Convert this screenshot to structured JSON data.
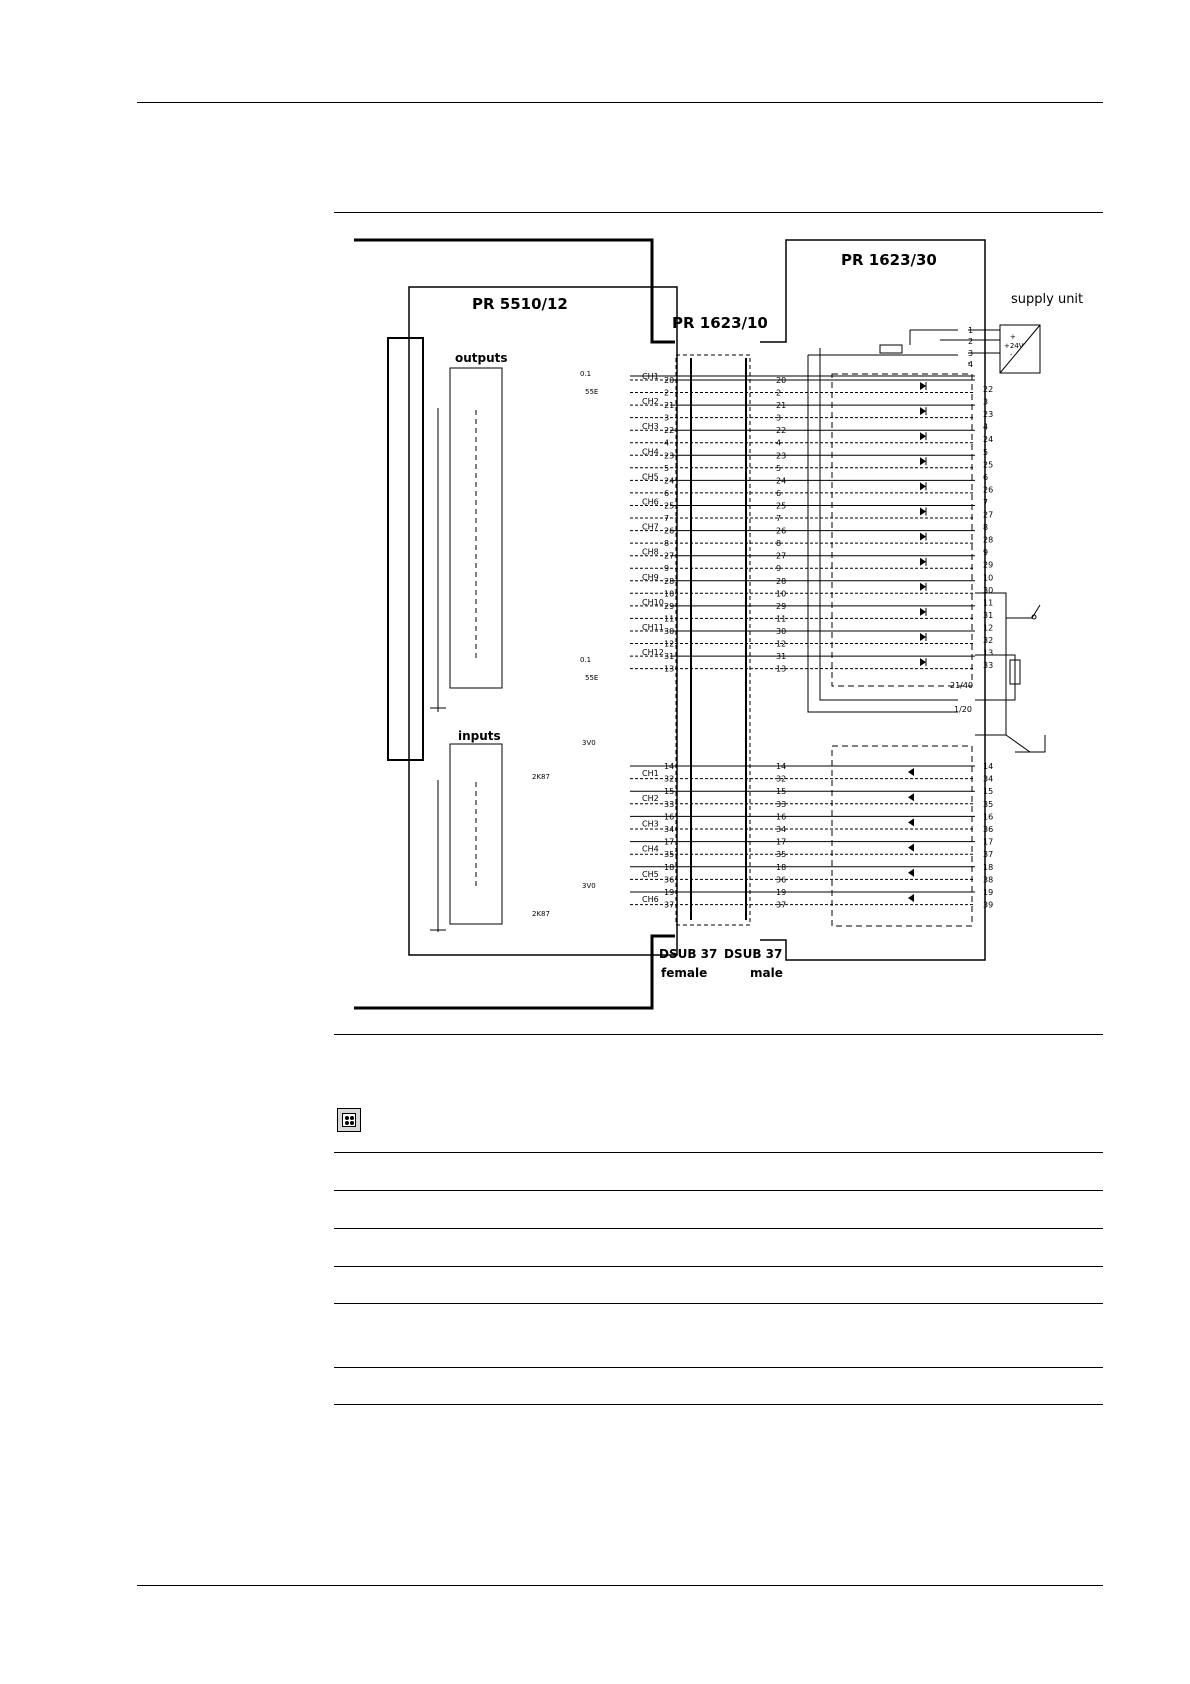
{
  "labels": {
    "pr5510": "PR 5510/12",
    "pr1623_10": "PR 1623/10",
    "pr1623_30": "PR 1623/30",
    "supply_unit": "supply unit",
    "outputs": "outputs",
    "inputs": "inputs",
    "dsub_female_line1": "DSUB 37",
    "dsub_female_line2": "female",
    "dsub_male_line1": "DSUB 37",
    "dsub_male_line2": "male",
    "plus24v": "+24V",
    "plus": "+",
    "minus": "-",
    "fuse": "0.1",
    "fuse_r": "55E",
    "diode_z": "3V0",
    "resistor": "2K87",
    "term_21_40": "21/40",
    "term_1_20": "1/20"
  },
  "output_channels": [
    {
      "ch": "CH1",
      "a": "20",
      "b": "2"
    },
    {
      "ch": "CH2",
      "a": "21",
      "b": "3"
    },
    {
      "ch": "CH3",
      "a": "22",
      "b": "4"
    },
    {
      "ch": "CH4",
      "a": "23",
      "b": "5"
    },
    {
      "ch": "CH5",
      "a": "24",
      "b": "6"
    },
    {
      "ch": "CH6",
      "a": "25",
      "b": "7"
    },
    {
      "ch": "CH7",
      "a": "26",
      "b": "8"
    },
    {
      "ch": "CH8",
      "a": "27",
      "b": "9"
    },
    {
      "ch": "CH9",
      "a": "28",
      "b": "10"
    },
    {
      "ch": "CH10",
      "a": "29",
      "b": "11"
    },
    {
      "ch": "CH11",
      "a": "30",
      "b": "12"
    },
    {
      "ch": "CH12",
      "a": "31",
      "b": "13"
    }
  ],
  "output_right_pins": [
    "22",
    "3",
    "23",
    "4",
    "24",
    "5",
    "25",
    "6",
    "26",
    "7",
    "27",
    "8",
    "28",
    "9",
    "29",
    "10",
    "30",
    "11",
    "31",
    "12",
    "32",
    "13",
    "33"
  ],
  "input_channels": [
    {
      "ch": "CH1",
      "a": "14",
      "b": "32"
    },
    {
      "ch": "CH2",
      "a": "15",
      "b": "33"
    },
    {
      "ch": "CH3",
      "a": "16",
      "b": "34"
    },
    {
      "ch": "CH4",
      "a": "17",
      "b": "35"
    },
    {
      "ch": "CH5",
      "a": "18",
      "b": "36"
    },
    {
      "ch": "CH6",
      "a": "19",
      "b": "37"
    }
  ],
  "input_right_pins": [
    "14",
    "34",
    "15",
    "35",
    "16",
    "36",
    "17",
    "37",
    "18",
    "38",
    "19",
    "39"
  ],
  "supply_pins": [
    "1",
    "2",
    "3",
    "4"
  ]
}
